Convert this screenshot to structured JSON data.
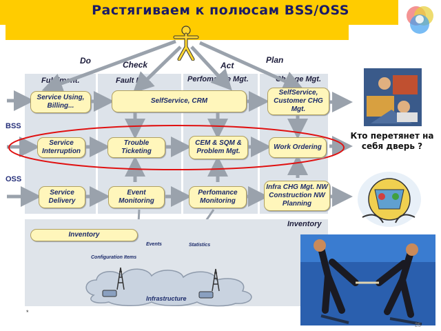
{
  "slide": {
    "title": "Растягиваем к полюсам BSS/OSS",
    "question": "Кто перетянет на себя дверь ?",
    "page_number": "25",
    "footnote_mark": "*"
  },
  "verbs": [
    "Do",
    "Check",
    "Act",
    "Plan"
  ],
  "layers": [
    "BSS",
    "OSS"
  ],
  "columns": [
    "Fulfilment.",
    "Fault Mgt.",
    "Perfomance Mgt.",
    "Change Mgt."
  ],
  "boxes": {
    "service_using": "Service Using, Billing...",
    "selfservice_crm": "SelfService, CRM",
    "selfservice_chg": "SelfService, Customer CHG Mgt.",
    "service_interruption": "Service Interruption",
    "trouble_ticketing": "Trouble Ticketing",
    "cem": "CEM & SQM & Problem Mgt.",
    "work_ordering": "Work Ordering",
    "service_delivery": "Service Delivery",
    "event_monitoring": "Event Monitoring",
    "perf_monitoring": "Perfomance Monitoring",
    "infra_chg": "Infra CHG Mgt. NW Construction NW Planning",
    "inventory": "Inventory"
  },
  "inventory_panel": {
    "label": "Inventory",
    "events": "Events",
    "statistics": "Statistics",
    "config_items": "Configuration Items",
    "infrastructure": "Infrastructure"
  },
  "icons": [
    "venn-icon",
    "person-icon",
    "antenna-icon",
    "router-icon",
    "cloud-icon",
    "office-photo",
    "cartoon-photo",
    "tug-of-war-photo"
  ],
  "colors": {
    "title_band": "#ffcc00",
    "title_text": "#1a1a66",
    "box_fill": "#fff6bb",
    "ellipse": "#e01010"
  }
}
